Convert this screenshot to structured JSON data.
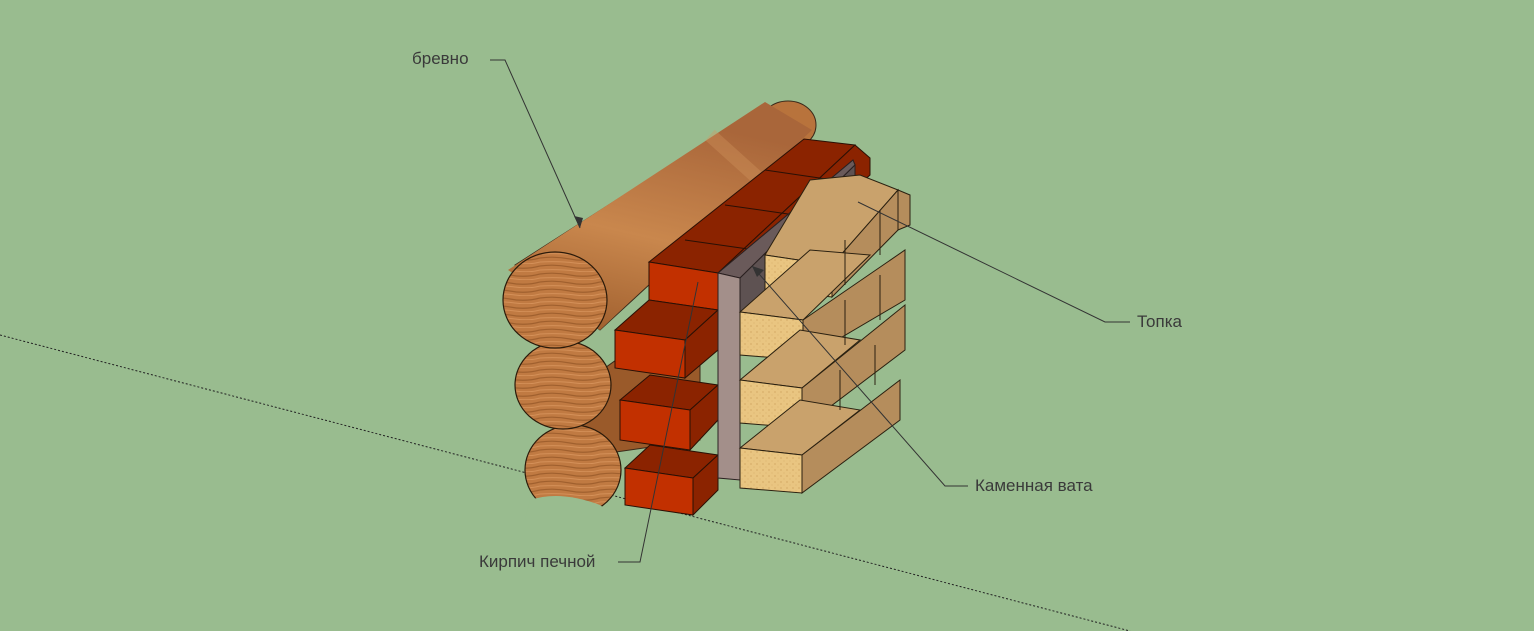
{
  "labels": {
    "log": "бревно",
    "firebox": "Топка",
    "stone_wool": "Каменная вата",
    "stove_brick": "Кирпич печной"
  },
  "colors": {
    "background": "#99bc8f",
    "wood": "#b8733c",
    "brick": "#c23000",
    "brick_dark": "#8b2300",
    "insulation": "#a38f8a",
    "firebrick": "#e8c27e",
    "firebrick_side": "#b58d5c"
  }
}
